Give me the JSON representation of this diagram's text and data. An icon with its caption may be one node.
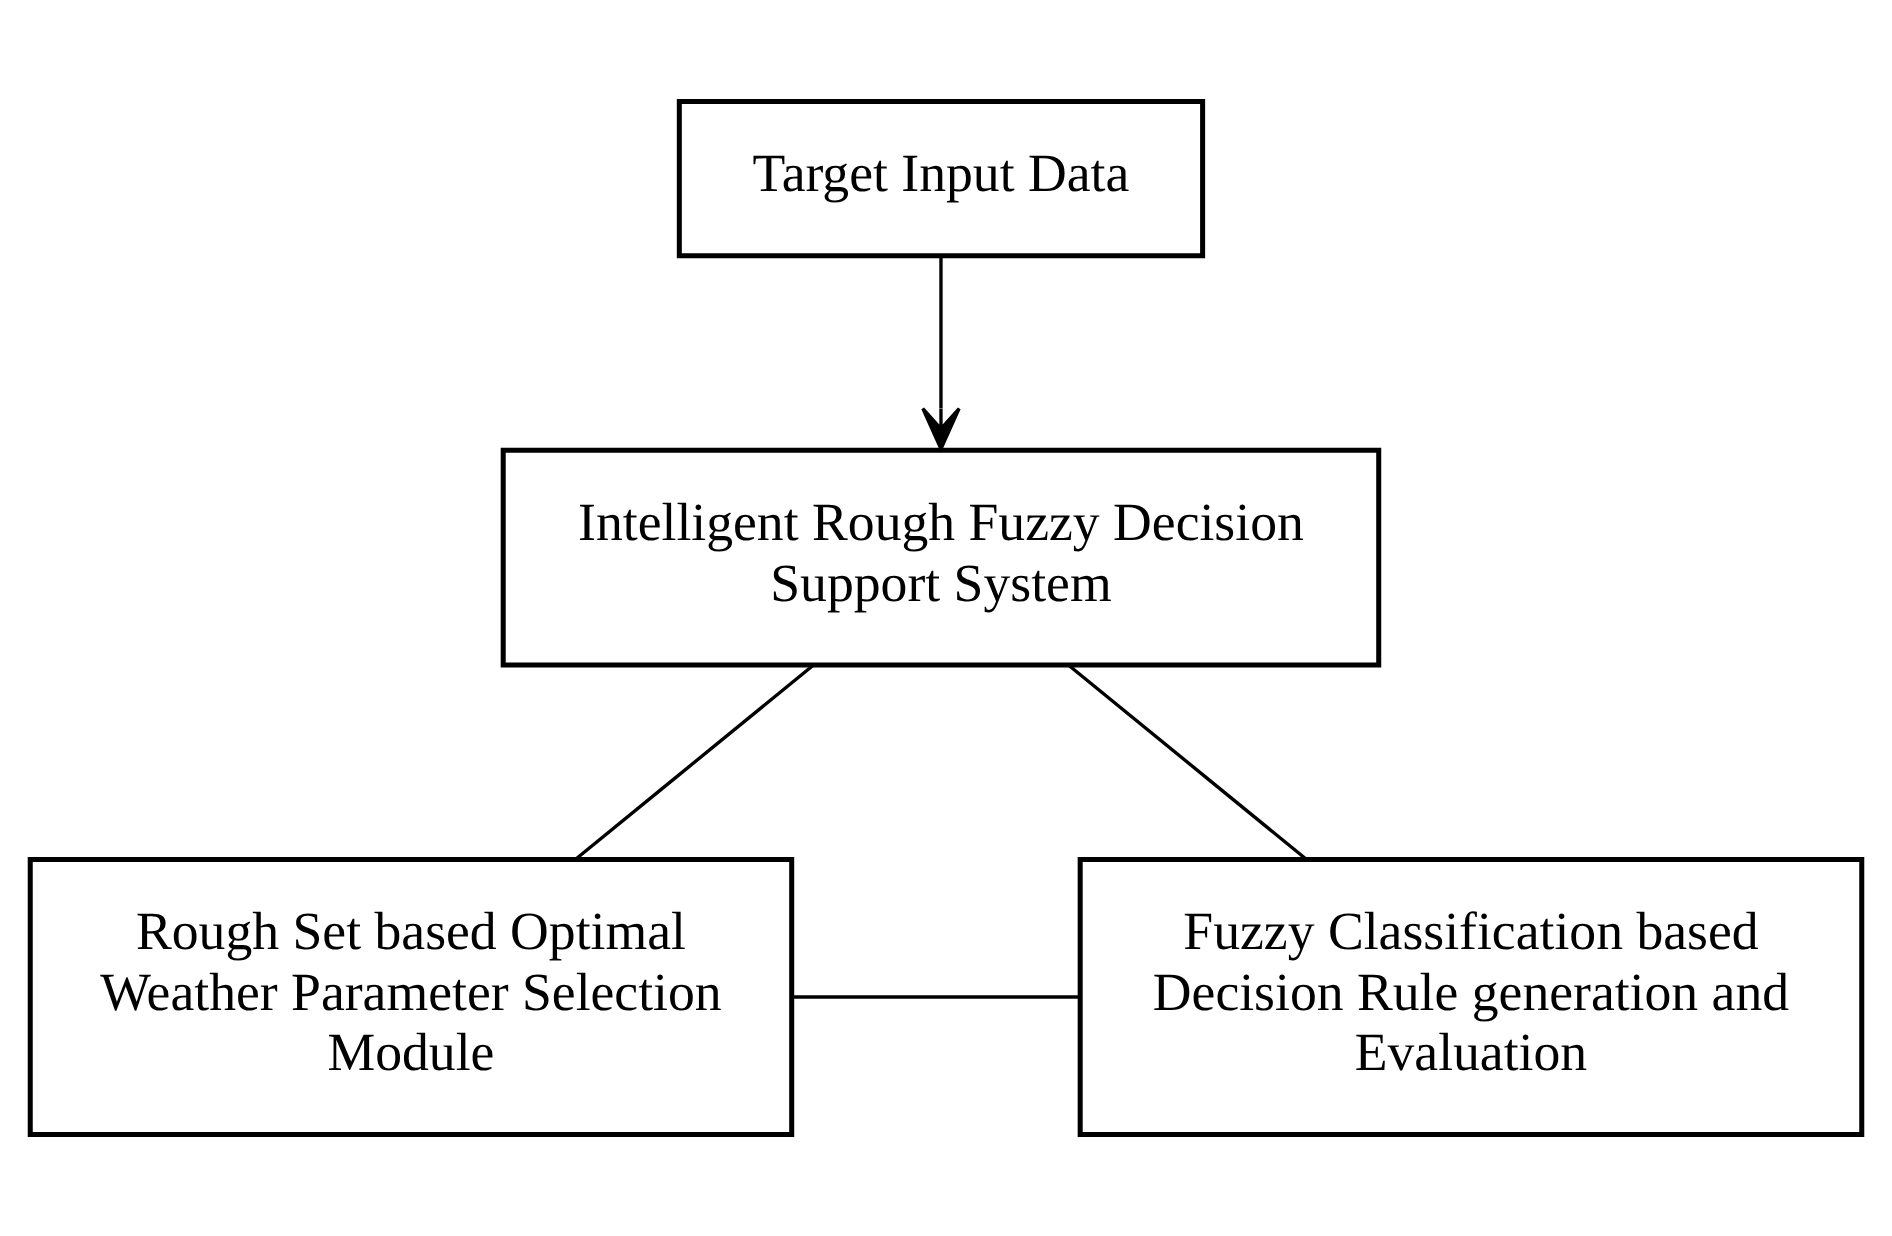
{
  "diagram": {
    "nodes": [
      {
        "text": [
          "Target Input Data"
        ]
      },
      {
        "text": [
          "Intelligent Rough Fuzzy Decision Support System"
        ]
      },
      {
        "text": [
          "Rough Set based Optimal Weather Parameter Selection Module"
        ]
      },
      {
        "text": [
          "Fuzzy Classification based Decision Rule generation and Evaluation"
        ]
      }
    ],
    "edges": [
      {
        "from": 0,
        "to": 1,
        "arrow": "to"
      },
      {
        "from": 1,
        "to": 2,
        "arrow": "none"
      },
      {
        "from": 1,
        "to": 3,
        "arrow": "none"
      },
      {
        "from": 2,
        "to": 3,
        "arrow": "none"
      }
    ]
  }
}
